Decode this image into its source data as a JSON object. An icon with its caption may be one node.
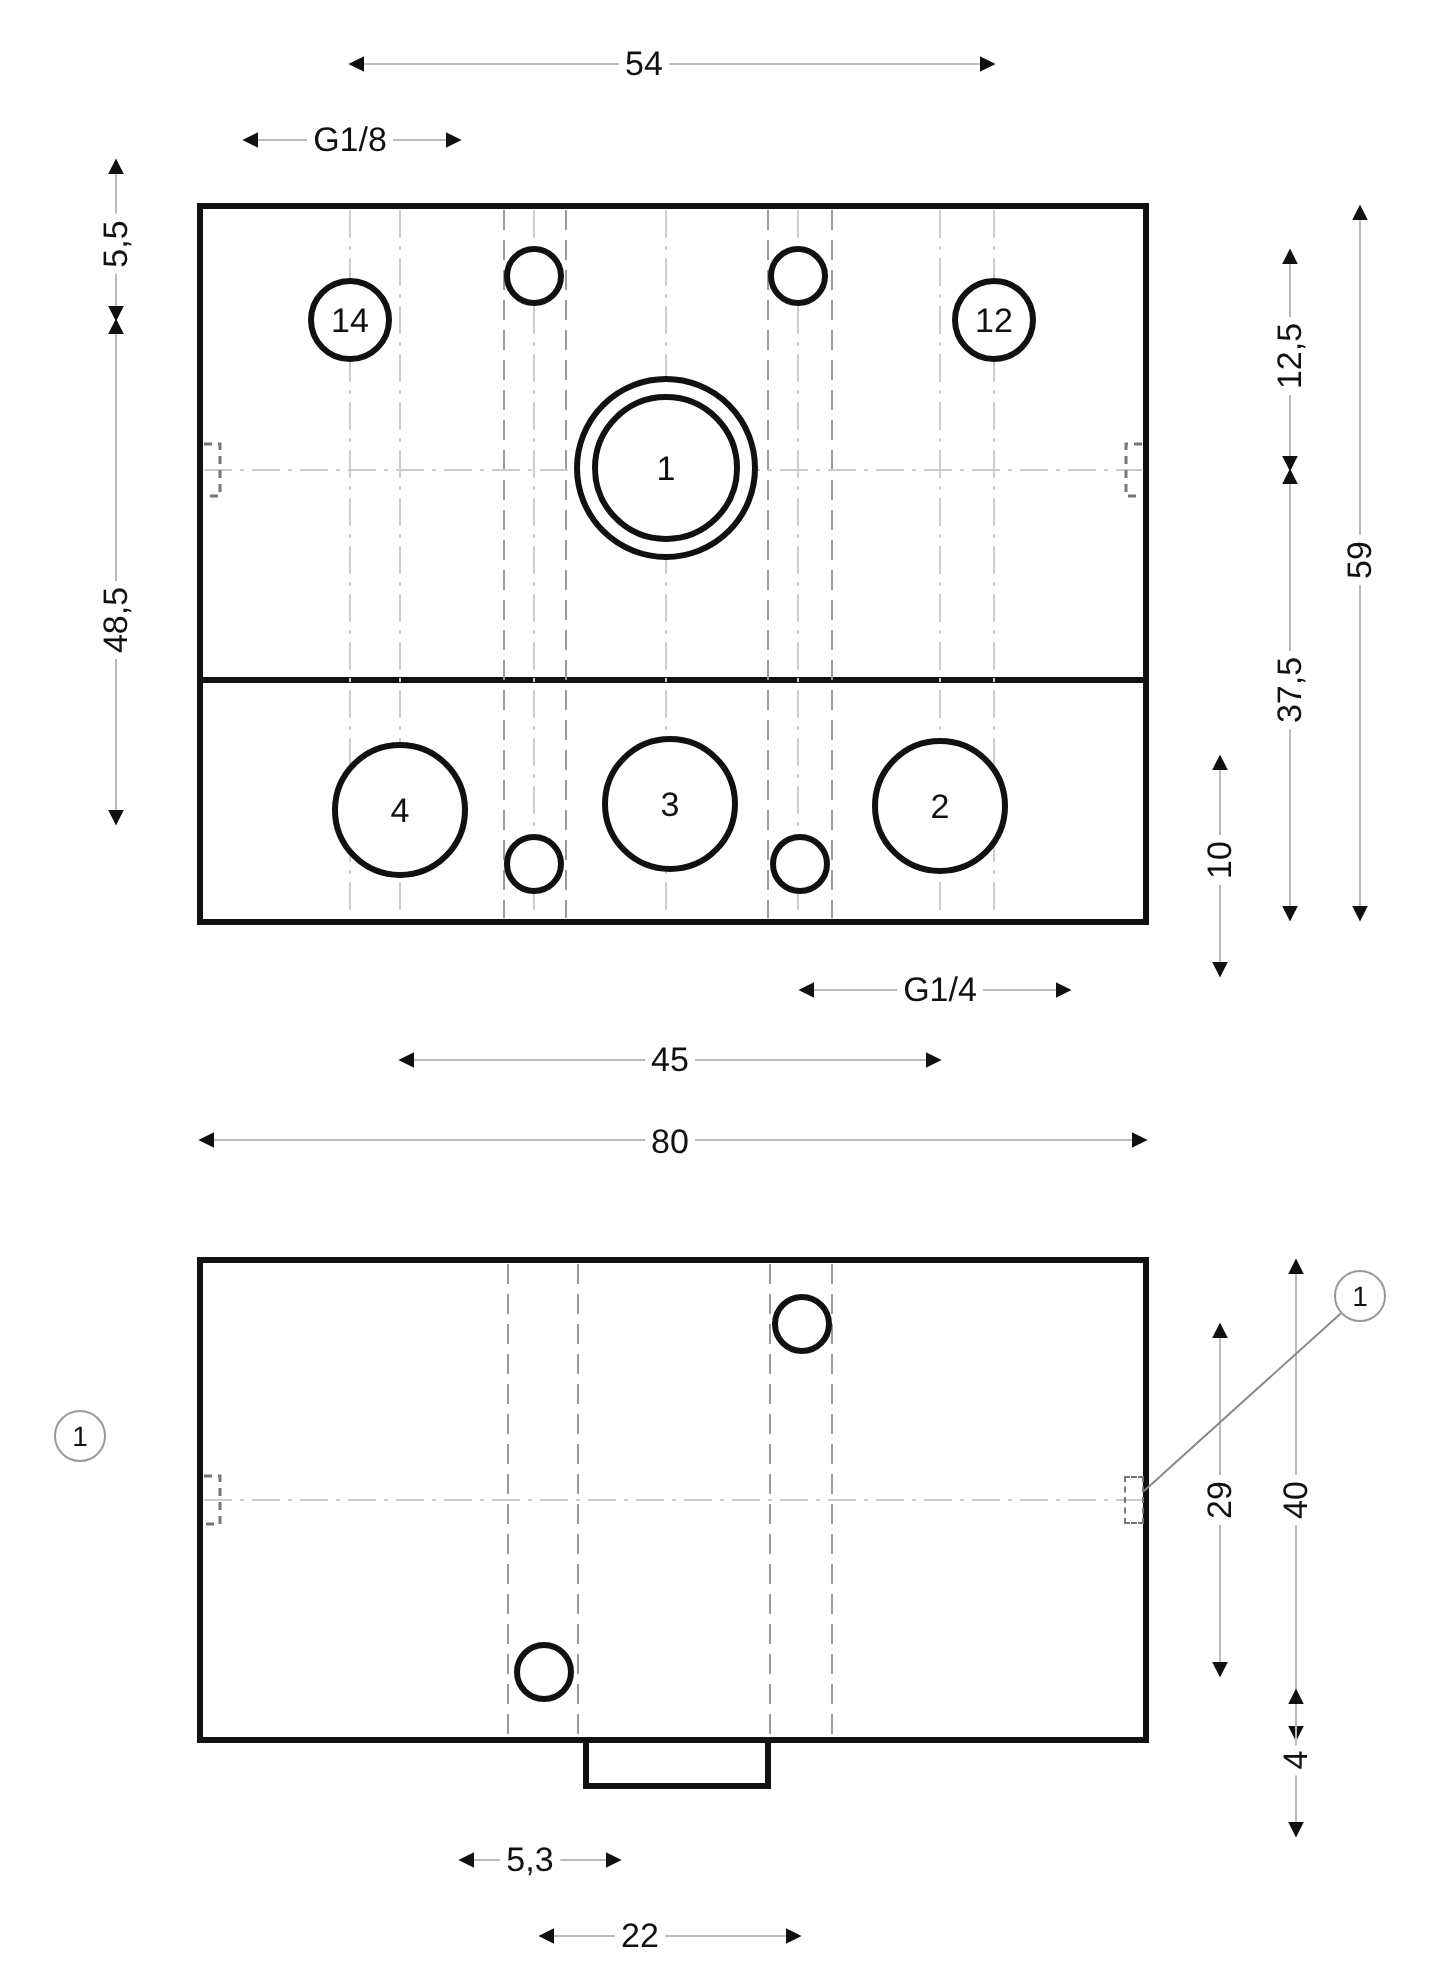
{
  "diagram": {
    "nodes": [
      {
        "text": [
          "14"
        ]
      },
      {
        "text": [],
        "shape": "circle"
      },
      {
        "text": [],
        "shape": "circle"
      },
      {
        "text": [
          "12"
        ]
      },
      {
        "text": [
          "1"
        ]
      },
      {
        "text": [
          "4"
        ]
      },
      {
        "text": [
          "3"
        ]
      },
      {
        "text": [
          "2"
        ]
      },
      {
        "text": [],
        "shape": "circle"
      },
      {
        "text": [],
        "shape": "circle"
      },
      {
        "text": [
          "1"
        ]
      },
      {
        "text": [],
        "shape": "circle"
      },
      {
        "text": [
          "1"
        ]
      },
      {
        "text": [],
        "shape": "box"
      },
      {
        "text": [],
        "shape": "circle"
      }
    ],
    "edges": [
      {
        "from": 10,
        "to": 13,
        "arrow": "none"
      }
    ],
    "labels": [
      "54",
      "G1/8",
      "5,5",
      "12,5",
      "59",
      "48,5",
      "37,5",
      "10",
      "G1/4",
      "45",
      "80",
      "29",
      "40",
      "4",
      "5,3",
      "22"
    ]
  }
}
